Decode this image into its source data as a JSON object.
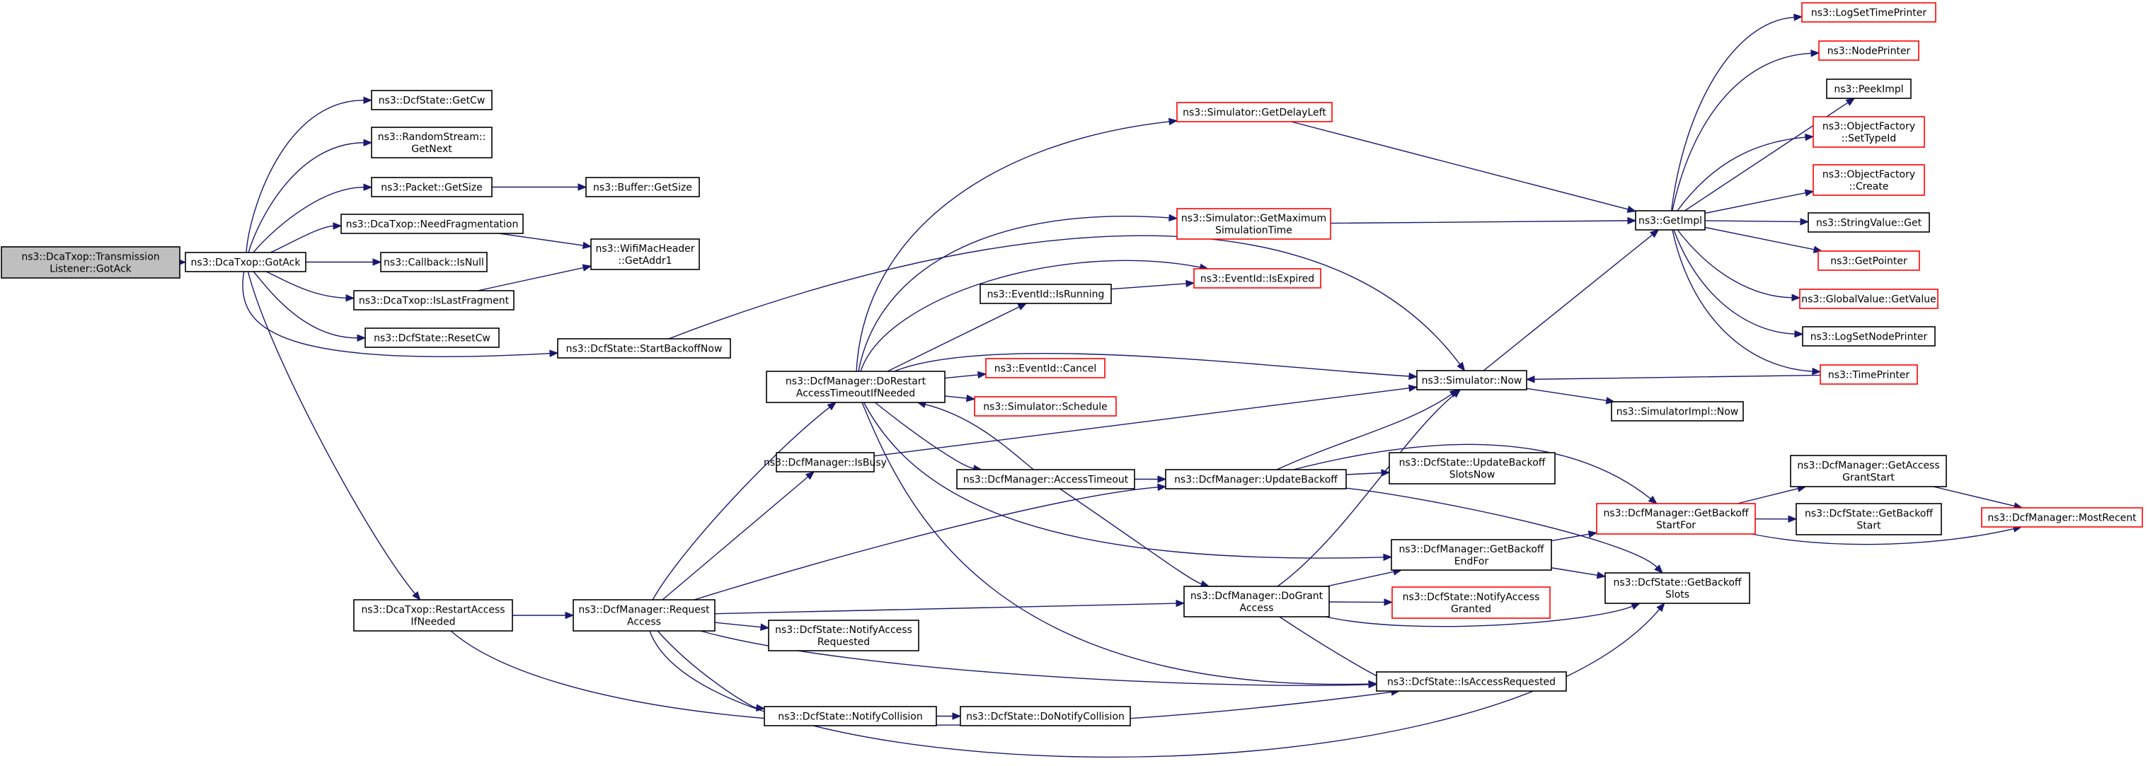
{
  "colors": {
    "edge": "#191970",
    "border_normal": "#000000",
    "border_linked": "#ff0000",
    "root_fill": "#bfbfbf",
    "node_fill": "#ffffff"
  },
  "nodes": [
    {
      "id": "root",
      "lines": [
        "ns3::DcaTxop::Transmission",
        "Listener::GotAck"
      ],
      "style": "root"
    },
    {
      "id": "gotack",
      "lines": [
        "ns3::DcaTxop::GotAck"
      ],
      "style": "normal"
    },
    {
      "id": "getcw",
      "lines": [
        "ns3::DcfState::GetCw"
      ],
      "style": "normal"
    },
    {
      "id": "rsgetnext",
      "lines": [
        "ns3::RandomStream::",
        "GetNext"
      ],
      "style": "normal"
    },
    {
      "id": "pktgetsize",
      "lines": [
        "ns3::Packet::GetSize"
      ],
      "style": "normal"
    },
    {
      "id": "bufgetsize",
      "lines": [
        "ns3::Buffer::GetSize"
      ],
      "style": "normal"
    },
    {
      "id": "needfrag",
      "lines": [
        "ns3::DcaTxop::NeedFragmentation"
      ],
      "style": "normal"
    },
    {
      "id": "wifiaddr1",
      "lines": [
        "ns3::WifiMacHeader",
        "::GetAddr1"
      ],
      "style": "normal"
    },
    {
      "id": "cbisnull",
      "lines": [
        "ns3::Callback::IsNull"
      ],
      "style": "normal"
    },
    {
      "id": "islastfrag",
      "lines": [
        "ns3::DcaTxop::IsLastFragment"
      ],
      "style": "normal"
    },
    {
      "id": "resetcw",
      "lines": [
        "ns3::DcfState::ResetCw"
      ],
      "style": "normal"
    },
    {
      "id": "startbackoff",
      "lines": [
        "ns3::DcfState::StartBackoffNow"
      ],
      "style": "normal"
    },
    {
      "id": "restartaccess",
      "lines": [
        "ns3::DcaTxop::RestartAccess",
        "IfNeeded"
      ],
      "style": "normal"
    },
    {
      "id": "reqaccess",
      "lines": [
        "ns3::DcfManager::Request",
        "Access"
      ],
      "style": "normal"
    },
    {
      "id": "dorestart",
      "lines": [
        "ns3::DcfManager::DoRestart",
        "AccessTimeoutIfNeeded"
      ],
      "style": "normal"
    },
    {
      "id": "isbusy",
      "lines": [
        "ns3::DcfManager::IsBusy"
      ],
      "style": "normal"
    },
    {
      "id": "notifyaccreq",
      "lines": [
        "ns3::DcfState::NotifyAccess",
        "Requested"
      ],
      "style": "normal"
    },
    {
      "id": "notifycoll",
      "lines": [
        "ns3::DcfState::NotifyCollision"
      ],
      "style": "normal"
    },
    {
      "id": "getdelayleft",
      "lines": [
        "ns3::Simulator::GetDelayLeft"
      ],
      "style": "linked"
    },
    {
      "id": "getmaxsim",
      "lines": [
        "ns3::Simulator::GetMaximum",
        "SimulationTime"
      ],
      "style": "linked"
    },
    {
      "id": "evisrunning",
      "lines": [
        "ns3::EventId::IsRunning"
      ],
      "style": "normal"
    },
    {
      "id": "evcancel",
      "lines": [
        "ns3::EventId::Cancel"
      ],
      "style": "linked"
    },
    {
      "id": "simschedule",
      "lines": [
        "ns3::Simulator::Schedule"
      ],
      "style": "linked"
    },
    {
      "id": "acctimeout",
      "lines": [
        "ns3::DcfManager::AccessTimeout"
      ],
      "style": "normal"
    },
    {
      "id": "donotifycoll",
      "lines": [
        "ns3::DcfState::DoNotifyCollision"
      ],
      "style": "normal"
    },
    {
      "id": "evisexpired",
      "lines": [
        "ns3::EventId::IsExpired"
      ],
      "style": "linked"
    },
    {
      "id": "updatebackoff",
      "lines": [
        "ns3::DcfManager::UpdateBackoff"
      ],
      "style": "normal"
    },
    {
      "id": "dogrant",
      "lines": [
        "ns3::DcfManager::DoGrant",
        "Access"
      ],
      "style": "normal"
    },
    {
      "id": "simnow",
      "lines": [
        "ns3::Simulator::Now"
      ],
      "style": "normal"
    },
    {
      "id": "updbackslots",
      "lines": [
        "ns3::DcfState::UpdateBackoff",
        "SlotsNow"
      ],
      "style": "normal"
    },
    {
      "id": "getbackoffend",
      "lines": [
        "ns3::DcfManager::GetBackoff",
        "EndFor"
      ],
      "style": "normal"
    },
    {
      "id": "notifygranted",
      "lines": [
        "ns3::DcfState::NotifyAccess",
        "Granted"
      ],
      "style": "linked"
    },
    {
      "id": "isaccreq",
      "lines": [
        "ns3::DcfState::IsAccessRequested"
      ],
      "style": "normal"
    },
    {
      "id": "getimpl",
      "lines": [
        "ns3::GetImpl"
      ],
      "style": "normal"
    },
    {
      "id": "simimplnow",
      "lines": [
        "ns3::SimulatorImpl::Now"
      ],
      "style": "normal"
    },
    {
      "id": "getbackoffstart",
      "lines": [
        "ns3::DcfManager::GetBackoff",
        "StartFor"
      ],
      "style": "linked"
    },
    {
      "id": "getbackoffslots",
      "lines": [
        "ns3::DcfState::GetBackoff",
        "Slots"
      ],
      "style": "normal"
    },
    {
      "id": "logsettime",
      "lines": [
        "ns3::LogSetTimePrinter"
      ],
      "style": "linked"
    },
    {
      "id": "nodeprinter",
      "lines": [
        "ns3::NodePrinter"
      ],
      "style": "linked"
    },
    {
      "id": "peekimpl",
      "lines": [
        "ns3::PeekImpl"
      ],
      "style": "normal"
    },
    {
      "id": "ofsettypeid",
      "lines": [
        "ns3::ObjectFactory",
        "::SetTypeId"
      ],
      "style": "linked"
    },
    {
      "id": "ofcreate",
      "lines": [
        "ns3::ObjectFactory",
        "::Create"
      ],
      "style": "linked"
    },
    {
      "id": "strvalget",
      "lines": [
        "ns3::StringValue::Get"
      ],
      "style": "normal"
    },
    {
      "id": "getpointer",
      "lines": [
        "ns3::GetPointer"
      ],
      "style": "linked"
    },
    {
      "id": "globalvalget",
      "lines": [
        "ns3::GlobalValue::GetValue"
      ],
      "style": "linked"
    },
    {
      "id": "logsetnode",
      "lines": [
        "ns3::LogSetNodePrinter"
      ],
      "style": "normal"
    },
    {
      "id": "timeprinter",
      "lines": [
        "ns3::TimePrinter"
      ],
      "style": "linked"
    },
    {
      "id": "getaccgrant",
      "lines": [
        "ns3::DcfManager::GetAccess",
        "GrantStart"
      ],
      "style": "normal"
    },
    {
      "id": "dcfgetbackstart",
      "lines": [
        "ns3::DcfState::GetBackoff",
        "Start"
      ],
      "style": "normal"
    },
    {
      "id": "mostrecent",
      "lines": [
        "ns3::DcfManager::MostRecent"
      ],
      "style": "linked"
    }
  ],
  "edges": [
    [
      "root",
      "gotack"
    ],
    [
      "gotack",
      "getcw"
    ],
    [
      "gotack",
      "rsgetnext"
    ],
    [
      "gotack",
      "pktgetsize"
    ],
    [
      "gotack",
      "needfrag"
    ],
    [
      "gotack",
      "cbisnull"
    ],
    [
      "gotack",
      "islastfrag"
    ],
    [
      "gotack",
      "resetcw"
    ],
    [
      "gotack",
      "startbackoff"
    ],
    [
      "gotack",
      "restartaccess"
    ],
    [
      "pktgetsize",
      "bufgetsize"
    ],
    [
      "needfrag",
      "wifiaddr1"
    ],
    [
      "islastfrag",
      "wifiaddr1"
    ],
    [
      "startbackoff",
      "simnow"
    ],
    [
      "restartaccess",
      "reqaccess"
    ],
    [
      "restartaccess",
      "isaccreq"
    ],
    [
      "reqaccess",
      "dorestart"
    ],
    [
      "reqaccess",
      "isbusy"
    ],
    [
      "reqaccess",
      "notifyaccreq"
    ],
    [
      "reqaccess",
      "notifycoll"
    ],
    [
      "reqaccess",
      "updatebackoff"
    ],
    [
      "reqaccess",
      "dogrant"
    ],
    [
      "reqaccess",
      "isaccreq"
    ],
    [
      "reqaccess",
      "getbackoffslots"
    ],
    [
      "dorestart",
      "getdelayleft"
    ],
    [
      "dorestart",
      "getmaxsim"
    ],
    [
      "dorestart",
      "evisrunning"
    ],
    [
      "dorestart",
      "evisexpired"
    ],
    [
      "dorestart",
      "evcancel"
    ],
    [
      "dorestart",
      "simschedule"
    ],
    [
      "dorestart",
      "simnow"
    ],
    [
      "dorestart",
      "acctimeout"
    ],
    [
      "dorestart",
      "getbackoffend"
    ],
    [
      "dorestart",
      "isaccreq"
    ],
    [
      "isbusy",
      "simnow"
    ],
    [
      "notifycoll",
      "donotifycoll"
    ],
    [
      "evisrunning",
      "evisexpired"
    ],
    [
      "acctimeout",
      "dorestart"
    ],
    [
      "acctimeout",
      "updatebackoff"
    ],
    [
      "acctimeout",
      "dogrant"
    ],
    [
      "getdelayleft",
      "getimpl"
    ],
    [
      "getmaxsim",
      "getimpl"
    ],
    [
      "updatebackoff",
      "simnow"
    ],
    [
      "updatebackoff",
      "updbackslots"
    ],
    [
      "updatebackoff",
      "getbackoffstart"
    ],
    [
      "updatebackoff",
      "getbackoffslots"
    ],
    [
      "dogrant",
      "simnow"
    ],
    [
      "dogrant",
      "getbackoffend"
    ],
    [
      "dogrant",
      "notifygranted"
    ],
    [
      "dogrant",
      "isaccreq"
    ],
    [
      "dogrant",
      "getbackoffslots"
    ],
    [
      "simnow",
      "getimpl"
    ],
    [
      "simnow",
      "simimplnow"
    ],
    [
      "getbackoffend",
      "getbackoffstart"
    ],
    [
      "getbackoffend",
      "getbackoffslots"
    ],
    [
      "getimpl",
      "logsettime"
    ],
    [
      "getimpl",
      "nodeprinter"
    ],
    [
      "getimpl",
      "peekimpl"
    ],
    [
      "getimpl",
      "ofsettypeid"
    ],
    [
      "getimpl",
      "ofcreate"
    ],
    [
      "getimpl",
      "strvalget"
    ],
    [
      "getimpl",
      "getpointer"
    ],
    [
      "getimpl",
      "globalvalget"
    ],
    [
      "getimpl",
      "logsetnode"
    ],
    [
      "getimpl",
      "timeprinter"
    ],
    [
      "timeprinter",
      "simnow"
    ],
    [
      "getbackoffstart",
      "getaccgrant"
    ],
    [
      "getbackoffstart",
      "dcfgetbackstart"
    ],
    [
      "getbackoffstart",
      "mostrecent"
    ],
    [
      "getaccgrant",
      "mostrecent"
    ]
  ]
}
